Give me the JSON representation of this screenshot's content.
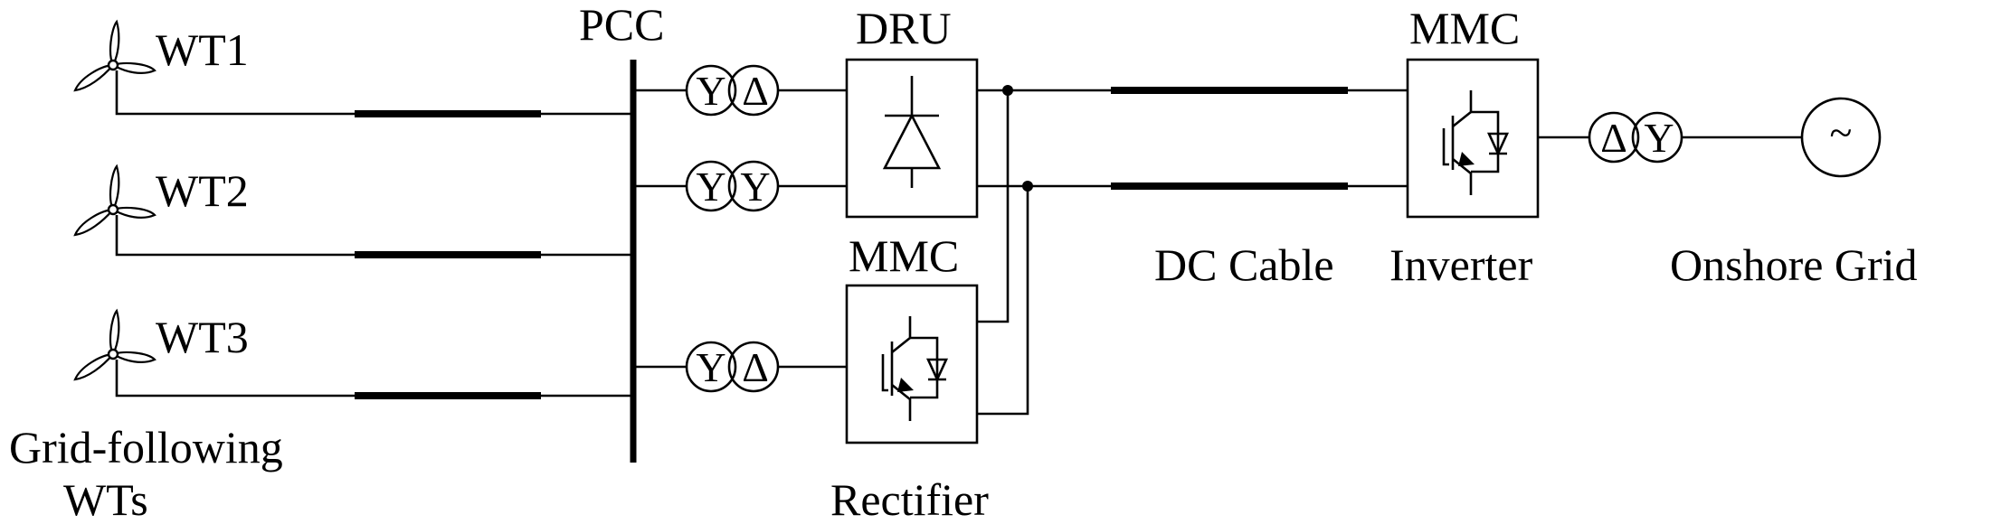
{
  "turbines": [
    {
      "label": "WT1"
    },
    {
      "label": "WT2"
    },
    {
      "label": "WT3"
    }
  ],
  "turbine_group_label": {
    "line1": "Grid-following",
    "line2": "WTs"
  },
  "pcc_label": "PCC",
  "transformers": [
    {
      "left": "Y",
      "right": "Δ"
    },
    {
      "left": "Y",
      "right": "Y"
    },
    {
      "left": "Y",
      "right": "Δ"
    },
    {
      "left": "Δ",
      "right": "Y"
    }
  ],
  "dru_label": "DRU",
  "rectifier_mmc_label": "MMC",
  "rectifier_label": "Rectifier",
  "dc_cable_label": "DC Cable",
  "inverter_mmc_label": "MMC",
  "inverter_label": "Inverter",
  "grid_label": "Onshore Grid",
  "grid_symbol": "~",
  "colors": {
    "line": "#000000",
    "background": "#ffffff"
  }
}
